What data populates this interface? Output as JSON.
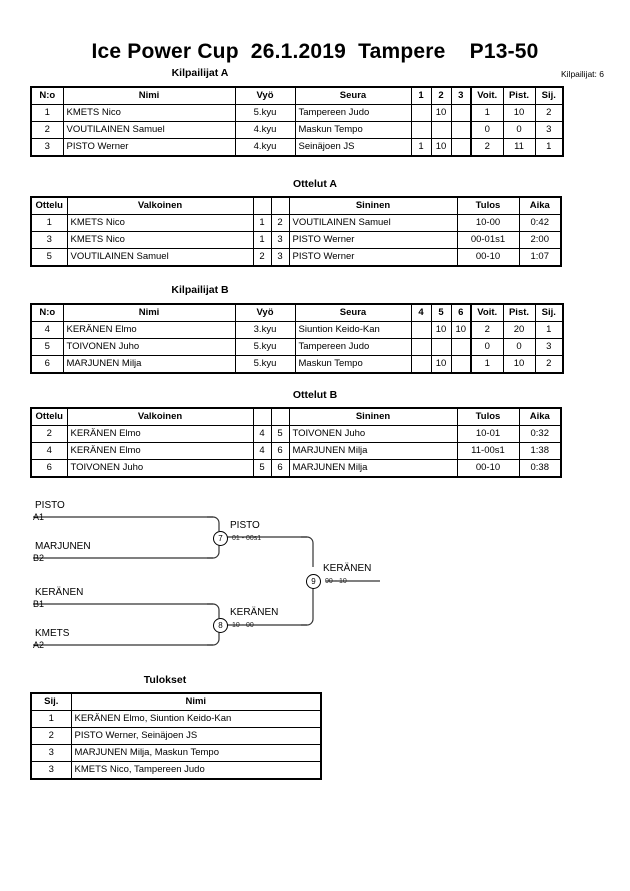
{
  "title": "Ice Power Cup  26.1.2019  Tampere    P13-50",
  "entrants_label": "Kilpailijat: 6",
  "captions": {
    "pool_a": "Kilpailijat A",
    "matches_a": "Ottelut A",
    "pool_b": "Kilpailijat B",
    "matches_b": "Ottelut B",
    "results": "Tulokset"
  },
  "pool_a": {
    "headers": [
      "N:o",
      "Nimi",
      "Vyö",
      "Seura",
      "1",
      "2",
      "3",
      "Voit.",
      "Pist.",
      "Sij."
    ],
    "rows": [
      {
        "no": "1",
        "name": "KMETS Nico",
        "belt": "5.kyu",
        "club": "Tampereen Judo",
        "g1": "",
        "g2": "10",
        "g3": "",
        "wins": "1",
        "points": "10",
        "rank": "2"
      },
      {
        "no": "2",
        "name": "VOUTILAINEN Samuel",
        "belt": "4.kyu",
        "club": "Maskun Tempo",
        "g1": "",
        "g2": "",
        "g3": "",
        "wins": "0",
        "points": "0",
        "rank": "3"
      },
      {
        "no": "3",
        "name": "PISTO Werner",
        "belt": "4.kyu",
        "club": "Seinäjoen JS",
        "g1": "1",
        "g2": "10",
        "g3": "",
        "wins": "2",
        "points": "11",
        "rank": "1"
      }
    ]
  },
  "matches_a": {
    "headers": [
      "Ottelu",
      "Valkoinen",
      "",
      "",
      "Sininen",
      "Tulos",
      "Aika"
    ],
    "rows": [
      {
        "match": "1",
        "white": "KMETS Nico",
        "wno": "1",
        "bno": "2",
        "blue": "VOUTILAINEN Samuel",
        "result": "10-00",
        "time": "0:42"
      },
      {
        "match": "3",
        "white": "KMETS Nico",
        "wno": "1",
        "bno": "3",
        "blue": "PISTO Werner",
        "result": "00-01s1",
        "time": "2:00"
      },
      {
        "match": "5",
        "white": "VOUTILAINEN Samuel",
        "wno": "2",
        "bno": "3",
        "blue": "PISTO Werner",
        "result": "00-10",
        "time": "1:07"
      }
    ]
  },
  "pool_b": {
    "headers": [
      "N:o",
      "Nimi",
      "Vyö",
      "Seura",
      "4",
      "5",
      "6",
      "Voit.",
      "Pist.",
      "Sij."
    ],
    "rows": [
      {
        "no": "4",
        "name": "KERÄNEN Elmo",
        "belt": "3.kyu",
        "club": "Siuntion Keido-Kan",
        "g1": "",
        "g2": "10",
        "g3": "10",
        "wins": "2",
        "points": "20",
        "rank": "1"
      },
      {
        "no": "5",
        "name": "TOIVONEN Juho",
        "belt": "5.kyu",
        "club": "Tampereen Judo",
        "g1": "",
        "g2": "",
        "g3": "",
        "wins": "0",
        "points": "0",
        "rank": "3"
      },
      {
        "no": "6",
        "name": "MARJUNEN Milja",
        "belt": "5.kyu",
        "club": "Maskun Tempo",
        "g1": "",
        "g2": "10",
        "g3": "",
        "wins": "1",
        "points": "10",
        "rank": "2"
      }
    ]
  },
  "matches_b": {
    "headers": [
      "Ottelu",
      "Valkoinen",
      "",
      "",
      "Sininen",
      "Tulos",
      "Aika"
    ],
    "rows": [
      {
        "match": "2",
        "white": "KERÄNEN Elmo",
        "wno": "4",
        "bno": "5",
        "blue": "TOIVONEN Juho",
        "result": "10-01",
        "time": "0:32"
      },
      {
        "match": "4",
        "white": "KERÄNEN Elmo",
        "wno": "4",
        "bno": "6",
        "blue": "MARJUNEN Milja",
        "result": "11-00s1",
        "time": "1:38"
      },
      {
        "match": "6",
        "white": "TOIVONEN Juho",
        "wno": "5",
        "bno": "6",
        "blue": "MARJUNEN Milja",
        "result": "00-10",
        "time": "0:38"
      }
    ]
  },
  "bracket": {
    "seeds": [
      {
        "name": "PISTO",
        "code": "A1"
      },
      {
        "name": "MARJUNEN",
        "code": "B2"
      },
      {
        "name": "KERÄNEN",
        "code": "B1"
      },
      {
        "name": "KMETS",
        "code": "A2"
      }
    ],
    "nodes": [
      {
        "number": "7",
        "winner": "PISTO",
        "score": "01 - 00s1"
      },
      {
        "number": "8",
        "winner": "KERÄNEN",
        "score": "10 - 00"
      },
      {
        "number": "9",
        "winner": "KERÄNEN",
        "score": "00 - 10"
      }
    ]
  },
  "results": {
    "headers": [
      "Sij.",
      "Nimi"
    ],
    "rows": [
      {
        "rank": "1",
        "name": "KERÄNEN Elmo, Siuntion Keido-Kan"
      },
      {
        "rank": "2",
        "name": "PISTO Werner, Seinäjoen JS"
      },
      {
        "rank": "3",
        "name": "MARJUNEN Milja, Maskun Tempo"
      },
      {
        "rank": "3",
        "name": "KMETS Nico, Tampereen Judo"
      }
    ]
  }
}
